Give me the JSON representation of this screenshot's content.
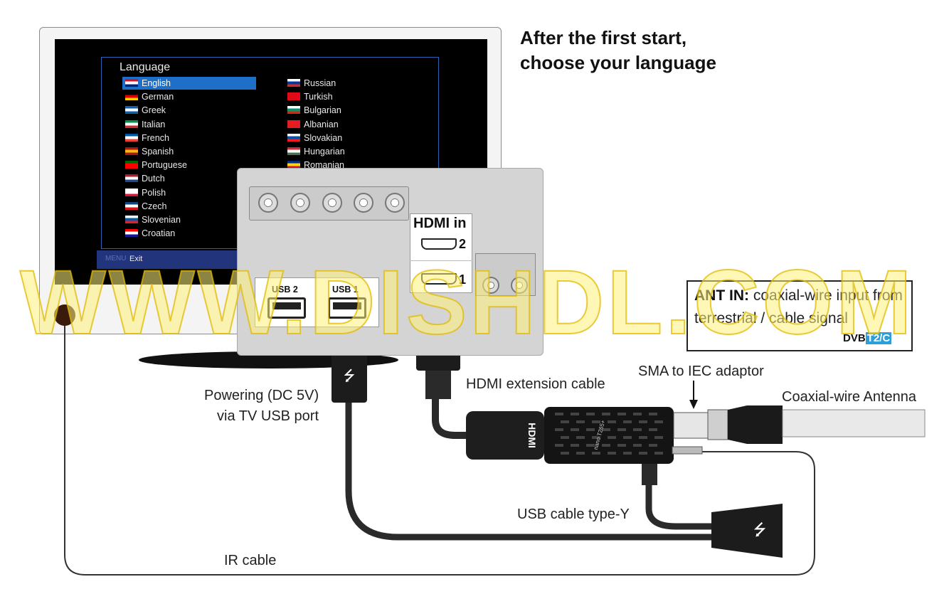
{
  "title": {
    "line1": "After the first start,",
    "line2": "choose your language"
  },
  "tv": {
    "menu_title": "Language",
    "languages_left": [
      {
        "name": "English",
        "flag": [
          "#cf142b",
          "#ffffff",
          "#00247d"
        ],
        "selected": true
      },
      {
        "name": "German",
        "flag": [
          "#000000",
          "#dd0000",
          "#ffce00"
        ]
      },
      {
        "name": "Greek",
        "flag": [
          "#0d5eaf",
          "#ffffff",
          "#0d5eaf"
        ]
      },
      {
        "name": "Italian",
        "flag": [
          "#009246",
          "#ffffff",
          "#ce2b37"
        ]
      },
      {
        "name": "French",
        "flag": [
          "#0055a4",
          "#ffffff",
          "#ef4135"
        ]
      },
      {
        "name": "Spanish",
        "flag": [
          "#aa151b",
          "#f1bf00",
          "#aa151b"
        ]
      },
      {
        "name": "Portuguese",
        "flag": [
          "#006600",
          "#ff0000",
          "#ff0000"
        ]
      },
      {
        "name": "Dutch",
        "flag": [
          "#ae1c28",
          "#ffffff",
          "#21468b"
        ]
      },
      {
        "name": "Polish",
        "flag": [
          "#ffffff",
          "#ffffff",
          "#dc143c"
        ]
      },
      {
        "name": "Czech",
        "flag": [
          "#11457e",
          "#ffffff",
          "#d7141a"
        ]
      },
      {
        "name": "Slovenian",
        "flag": [
          "#ffffff",
          "#005da4",
          "#ed1c24"
        ]
      },
      {
        "name": "Croatian",
        "flag": [
          "#ff0000",
          "#ffffff",
          "#171796"
        ]
      }
    ],
    "languages_right": [
      {
        "name": "Russian",
        "flag": [
          "#ffffff",
          "#0039a6",
          "#d52b1e"
        ]
      },
      {
        "name": "Turkish",
        "flag": [
          "#e30a17",
          "#e30a17",
          "#e30a17"
        ]
      },
      {
        "name": "Bulgarian",
        "flag": [
          "#ffffff",
          "#00966e",
          "#d62612"
        ]
      },
      {
        "name": "Albanian",
        "flag": [
          "#e41e20",
          "#e41e20",
          "#e41e20"
        ]
      },
      {
        "name": "Slovakian",
        "flag": [
          "#ffffff",
          "#0b4ea2",
          "#ee1c25"
        ]
      },
      {
        "name": "Hungarian",
        "flag": [
          "#ce2939",
          "#ffffff",
          "#477050"
        ]
      },
      {
        "name": "Romanian",
        "flag": [
          "#002b7f",
          "#fcd116",
          "#ce1126"
        ]
      }
    ],
    "menu_key": "MENU",
    "menu_exit": "Exit"
  },
  "panel": {
    "hdmi_title": "HDMI in",
    "hdmi_port_2": "2",
    "hdmi_port_1": "1",
    "usb_2": "USB 2",
    "usb_1": "USB 1"
  },
  "labels": {
    "powering_line1": "Powering (DC 5V)",
    "powering_line2": "via TV USB port",
    "hdmi_ext": "HDMI extension cable",
    "sma": "SMA to IEC adaptor",
    "antenna": "Coaxial-wire Antenna",
    "usb_y": "USB cable type-Y",
    "ir": "IR cable",
    "hdmi_plug": "HDMI",
    "receiver_hdmi": "HDMI",
    "receiver_model": "nano T265+"
  },
  "ant_info": {
    "bold": "ANT IN:",
    "text": " coaxial-wire input from terrestrial / cable signal",
    "dvb_logo_main": "DVB",
    "dvb_logo_suffix": "T2/C"
  },
  "watermark": "WWW.DISHDL.COM",
  "colors": {
    "watermark_fill": "#fff078",
    "selection": "#1e6fc8",
    "menu_bar": "#22347c",
    "dvb_accent": "#2a9fd8"
  }
}
